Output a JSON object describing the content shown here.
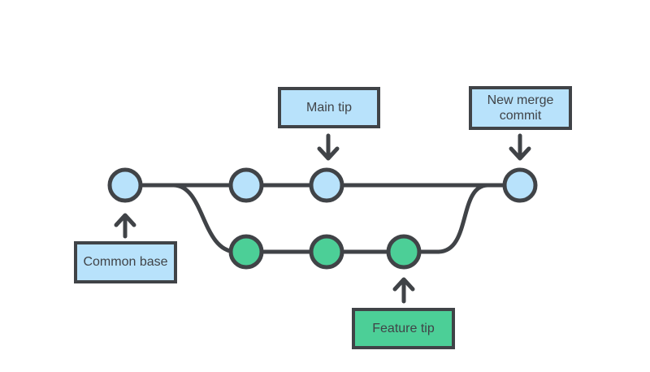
{
  "colors": {
    "background": "#ffffff",
    "outline": "#404347",
    "main_node_fill": "#b8e2fb",
    "feature_node_fill": "#4ccf97",
    "blue_label_bg": "#b8e2fb",
    "green_label_bg": "#4ccf97"
  },
  "diagram": {
    "labels": {
      "main_tip": "Main tip",
      "new_merge_commit": "New merge commit",
      "common_base": "Common base",
      "feature_tip": "Feature tip"
    },
    "graph": {
      "main_branch_node_count": 4,
      "feature_branch_node_count": 3
    }
  }
}
